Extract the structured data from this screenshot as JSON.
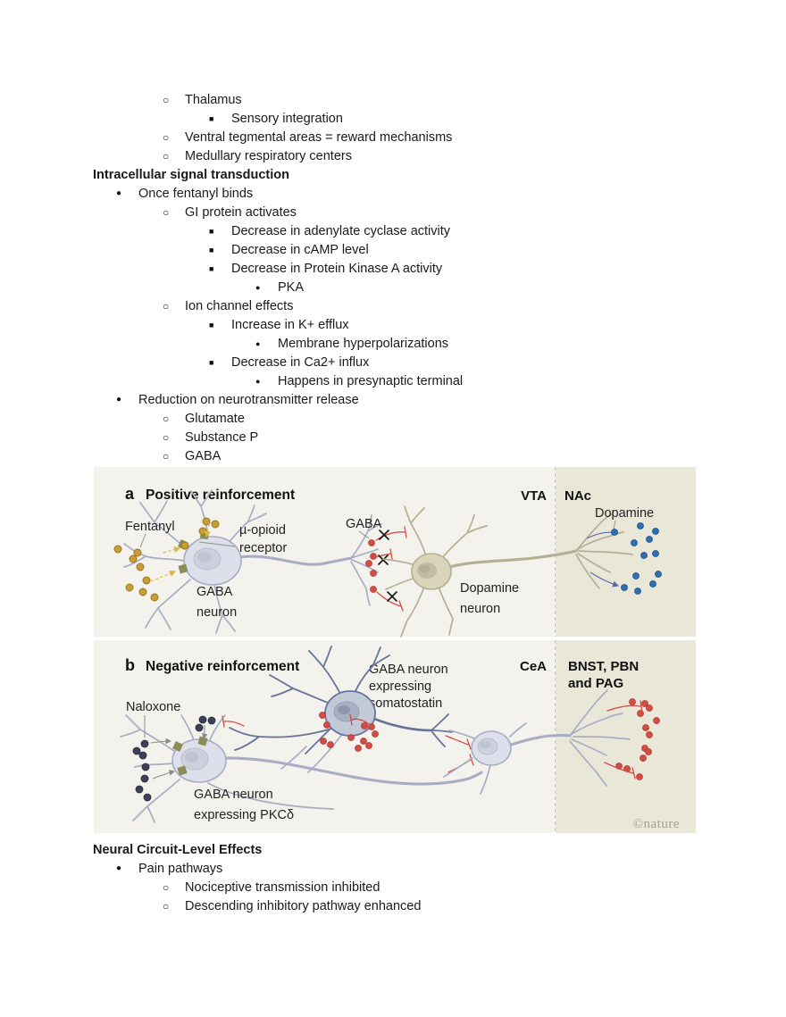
{
  "doc": {
    "list_top": [
      {
        "level": 2,
        "glyph": "○",
        "text": "Thalamus"
      },
      {
        "level": 3,
        "glyph": "■",
        "text": "Sensory integration"
      },
      {
        "level": 2,
        "glyph": "○",
        "text": "Ventral tegmental areas = reward mechanisms"
      },
      {
        "level": 2,
        "glyph": "○",
        "text": "Medullary respiratory centers"
      },
      {
        "level": 0,
        "glyph": "",
        "text": "Intracellular signal transduction"
      },
      {
        "level": 1,
        "glyph": "●",
        "text": "Once fentanyl binds"
      },
      {
        "level": 2,
        "glyph": "○",
        "text": "GI protein activates"
      },
      {
        "level": 3,
        "glyph": "■",
        "text": "Decrease in adenylate cyclase activity"
      },
      {
        "level": 3,
        "glyph": "■",
        "text": "Decrease in cAMP level"
      },
      {
        "level": 3,
        "glyph": "■",
        "text": "Decrease in Protein Kinase A activity"
      },
      {
        "level": 4,
        "glyph": "●",
        "text": "PKA"
      },
      {
        "level": 2,
        "glyph": "○",
        "text": "Ion channel effects"
      },
      {
        "level": 3,
        "glyph": "■",
        "text": "Increase in K+ efflux"
      },
      {
        "level": 4,
        "glyph": "●",
        "text": "Membrane hyperpolarizations"
      },
      {
        "level": 3,
        "glyph": "■",
        "text": "Decrease in Ca2+ influx"
      },
      {
        "level": 4,
        "glyph": "●",
        "text": "Happens in presynaptic terminal"
      },
      {
        "level": 1,
        "glyph": "●",
        "text": "Reduction on neurotransmitter release"
      },
      {
        "level": 2,
        "glyph": "○",
        "text": "Glutamate"
      },
      {
        "level": 2,
        "glyph": "○",
        "text": "Substance P"
      },
      {
        "level": 2,
        "glyph": "○",
        "text": "GABA"
      }
    ],
    "list_bottom": [
      {
        "level": 0,
        "glyph": "",
        "text": "Neural Circuit-Level Effects"
      },
      {
        "level": 1,
        "glyph": "●",
        "text": "Pain pathways"
      },
      {
        "level": 2,
        "glyph": "○",
        "text": "Nociceptive transmission inhibited"
      },
      {
        "level": 2,
        "glyph": "○",
        "text": "Descending inhibitory pathway enhanced"
      }
    ]
  },
  "figure": {
    "credit": "©nature",
    "colors": {
      "panel_bg": "#f4f2ec",
      "region_bg": "#e9e7d8",
      "fentanyl_dot": "#c79e33",
      "gaba_dot": "#d44d44",
      "dopamine_dot": "#2e6fb0",
      "naloxone_dot": "#3c4157",
      "gaba_neuron_fill": "#dde0ea",
      "gaba_neuron_stroke": "#a7adc4",
      "dopamine_neuron_fill": "#d8d5bb",
      "dopamine_neuron_stroke": "#b3b094",
      "sst_neuron_fill": "#c3cad7",
      "sst_neuron_stroke": "#67749a",
      "receptor": "#8c8c59",
      "inhibit_arrow": "#d44d44"
    },
    "panel_a": {
      "letter": "a",
      "title": "Positive reinforcement",
      "region_left": "VTA",
      "region_right": "NAc",
      "fentanyl": "Fentanyl",
      "receptor_line1": "µ-opioid",
      "receptor_line2": "receptor",
      "gaba": "GABA",
      "gaba_neuron_line1": "GABA",
      "gaba_neuron_line2": "neuron",
      "dopamine": "Dopamine",
      "dopamine_neuron_line1": "Dopamine",
      "dopamine_neuron_line2": "neuron"
    },
    "panel_b": {
      "letter": "b",
      "title": "Negative reinforcement",
      "region_left": "CeA",
      "region_right_line1": "BNST, PBN",
      "region_right_line2": "and PAG",
      "sst_line1": "GABA neuron",
      "sst_line2": "expressing",
      "sst_line3": "somatostatin",
      "naloxone": "Naloxone",
      "pkc_line1": "GABA neuron",
      "pkc_line2": "expressing PKCδ"
    }
  }
}
